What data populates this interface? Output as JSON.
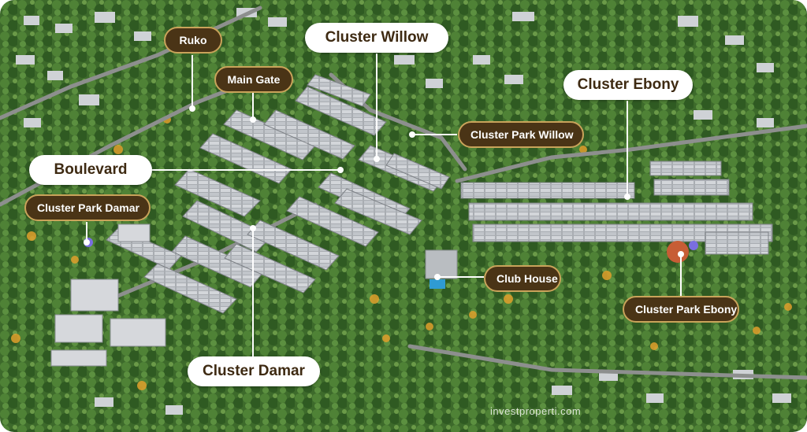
{
  "map": {
    "labels": {
      "ruko": "Ruko",
      "cluster_willow": "Cluster Willow",
      "main_gate": "Main Gate",
      "cluster_ebony": "Cluster Ebony",
      "cluster_park_willow": "Cluster Park Willow",
      "boulevard": "Boulevard",
      "cluster_park_damar": "Cluster Park Damar",
      "club_house": "Club House",
      "cluster_park_ebony": "Cluster Park Ebony",
      "cluster_damar": "Cluster Damar"
    },
    "watermark": "investproperti.com"
  },
  "colors": {
    "label_dark_bg": "#4a3416",
    "label_gold_border": "#c9a35a",
    "label_light_bg": "#ffffff",
    "vegetation": "#3f6a2c",
    "roof": "#c9ccd0"
  }
}
